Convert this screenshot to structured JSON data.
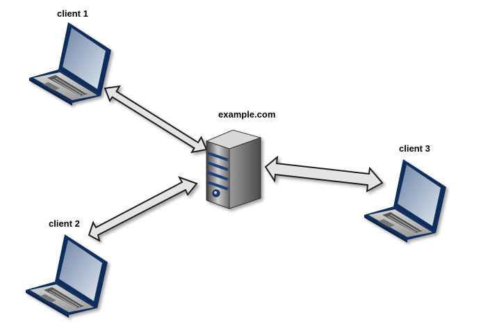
{
  "server": {
    "label": "example.com",
    "icon": "server-icon"
  },
  "clients": [
    {
      "label": "client 1",
      "icon": "laptop-icon"
    },
    {
      "label": "client 2",
      "icon": "laptop-icon"
    },
    {
      "label": "client 3",
      "icon": "laptop-icon"
    }
  ],
  "connections": [
    {
      "from": "client 1",
      "to": "example.com",
      "direction": "bidirectional"
    },
    {
      "from": "client 2",
      "to": "example.com",
      "direction": "bidirectional"
    },
    {
      "from": "client 3",
      "to": "example.com",
      "direction": "bidirectional"
    }
  ],
  "colors": {
    "laptop_frame": "#0f2f5c",
    "laptop_screen": "#8da2bc",
    "server_body": "#7a7a7a",
    "server_stripe": "#1e3f78",
    "arrow_fill": "#e3e3e3",
    "arrow_stroke": "#222222"
  }
}
